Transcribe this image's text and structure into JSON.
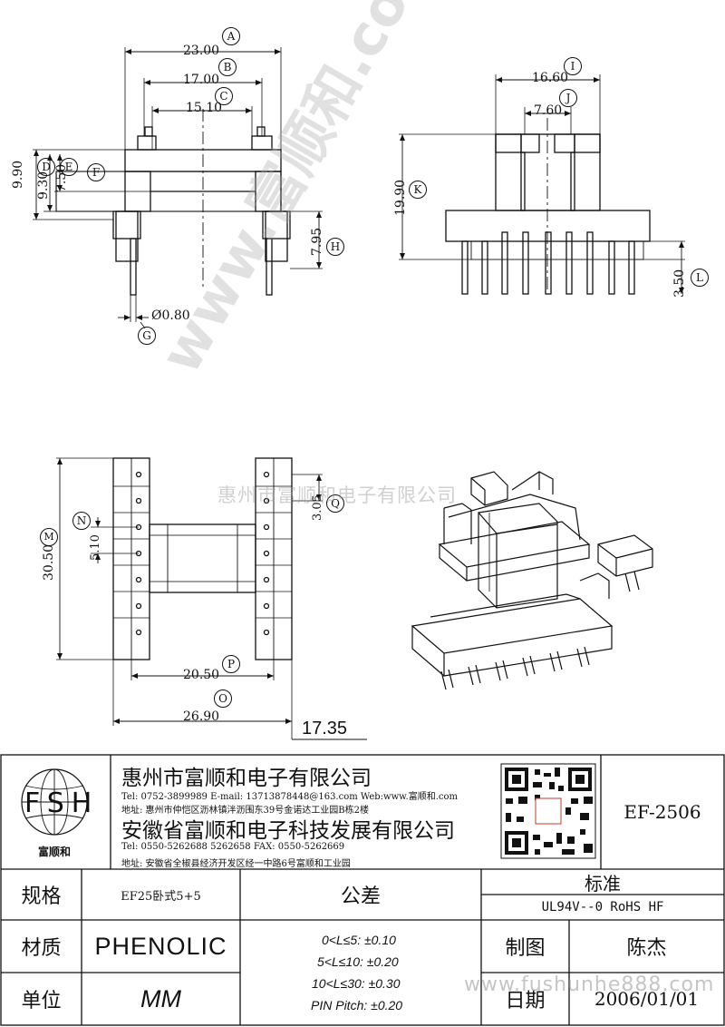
{
  "dims": {
    "A": "A",
    "B": "B",
    "C": "C",
    "D": "D",
    "E": "E",
    "F": "F",
    "G": "G",
    "H": "H",
    "I": "I",
    "J": "J",
    "K": "K",
    "L": "L",
    "M": "M",
    "N": "N",
    "O": "O",
    "P": "P",
    "Q": "Q",
    "a_val": "23.00",
    "b_val": "17.00",
    "c_val": "15.10",
    "d_val": "9.90",
    "e_val": "9.30",
    "f_val": "7.50",
    "h_val": "7.95",
    "g_val": "Ø0.80",
    "i_val": "16.60",
    "j_val": "7.60",
    "k_val": "19.90",
    "l_val": "3.50",
    "m_val": "30.50",
    "n_val": "5.10",
    "q_val": "3.05",
    "p_val": "20.50",
    "o_val": "26.90",
    "extra_val": "17.35"
  },
  "watermark": {
    "line": "惠州市富顺和电子有限公司",
    "diagonal": "www.富顺和.com",
    "url": "www.fushunhe888.com"
  },
  "title_block": {
    "logo_text": "FSH",
    "logo_caption": "富顺和",
    "company1": "惠州市富顺和电子有限公司",
    "company1_contact": "Tel:  0752-3899989   E-mail: 13713878448@163.com   Web:www.富顺和.com",
    "company1_address": "地址: 惠州市仲恺区沥林镇泮沥围东39号金诺达工业园B栋2楼",
    "company2": "安徽省富顺和电子科技发展有限公司",
    "company2_contact": "Tel:    0550-5262688   5262658        FAX:  0550-5262669",
    "company2_address": "地址: 安徽省全椒县经济开发区经一中路6号富顺和工业园",
    "model": "EF-2506",
    "spec_label": "规格",
    "spec_value": "EF25卧式5+5",
    "material_label": "材质",
    "material_value": "PHENOLIC",
    "unit_label": "单位",
    "unit_value": "MM",
    "tolerance_label": "公差",
    "tolerances": [
      "0<L≤5: ±0.10",
      "5<L≤10: ±0.20",
      "10<L≤30: ±0.30",
      "PIN Pitch: ±0.20"
    ],
    "standard_label": "标准",
    "standard_value": "UL94V--0  RoHS HF",
    "drawer_label": "制图",
    "drawer_value": "陈杰",
    "date_label": "日期",
    "date_value": "2006/01/01"
  }
}
